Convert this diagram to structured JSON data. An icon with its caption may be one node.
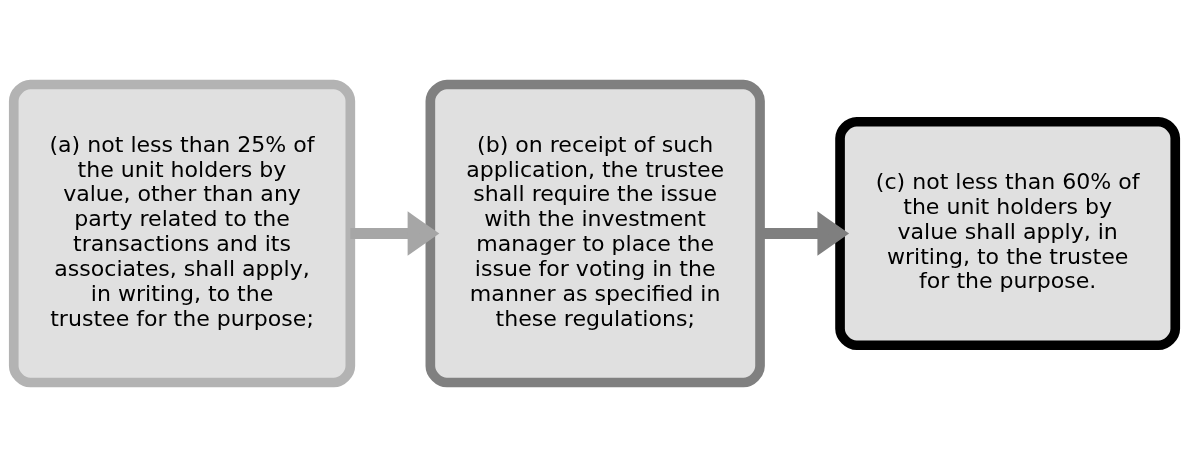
{
  "diagram": {
    "nodes": [
      {
        "text": [
          "(a) not less than 25% of the unit holders by value, other than any party related to the transactions and its associates, shall apply, in writing, to the trustee for the purpose;"
        ]
      },
      {
        "text": [
          "(b) on receipt of such application, the trustee shall require the issue with the investment manager to place the issue for voting in the manner as specified in these regulations;"
        ]
      },
      {
        "text": [
          "(c) not less than 60% of the unit holders by value shall apply, in writing, to the trustee for the purpose."
        ]
      }
    ],
    "edges": [
      {
        "from": 0,
        "to": 1,
        "arrow": "to",
        "color": "#a6a6a6"
      },
      {
        "from": 1,
        "to": 2,
        "arrow": "to",
        "color": "#7f7f7f"
      }
    ]
  }
}
